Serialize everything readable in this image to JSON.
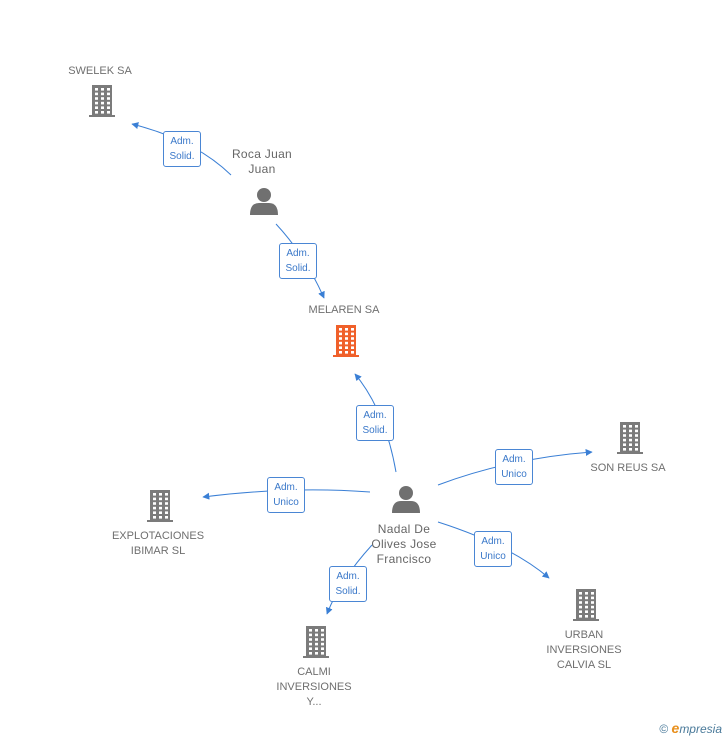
{
  "nodes": {
    "swelek": {
      "label": "SWELEK SA",
      "type": "company",
      "color": "#7b7b7b"
    },
    "roca": {
      "label": "Roca Juan\nJuan",
      "type": "person",
      "color": "#707070"
    },
    "melaren": {
      "label": "MELAREN SA",
      "type": "company",
      "color": "#f0602a"
    },
    "sonreus": {
      "label": "SON REUS SA",
      "type": "company",
      "color": "#7b7b7b"
    },
    "explotaciones": {
      "label": "EXPLOTACIONES\nIBIMAR SL",
      "type": "company",
      "color": "#7b7b7b"
    },
    "nadal": {
      "label": "Nadal De\nOlives Jose\nFrancisco",
      "type": "person",
      "color": "#707070"
    },
    "urban": {
      "label": "URBAN\nINVERSIONES\nCALVIA SL",
      "type": "company",
      "color": "#7b7b7b"
    },
    "calmi": {
      "label": "CALMI\nINVERSIONES\nY...",
      "type": "company",
      "color": "#7b7b7b"
    }
  },
  "edges": [
    {
      "from": "roca",
      "to": "swelek",
      "label": "Adm.\nSolid."
    },
    {
      "from": "roca",
      "to": "melaren",
      "label": "Adm.\nSolid."
    },
    {
      "from": "nadal",
      "to": "melaren",
      "label": "Adm.\nSolid."
    },
    {
      "from": "nadal",
      "to": "sonreus",
      "label": "Adm.\nUnico"
    },
    {
      "from": "nadal",
      "to": "explotaciones",
      "label": "Adm.\nUnico"
    },
    {
      "from": "nadal",
      "to": "urban",
      "label": "Adm.\nUnico"
    },
    {
      "from": "nadal",
      "to": "calmi",
      "label": "Adm.\nSolid."
    }
  ],
  "edge_color": "#3a7fd5",
  "footer": {
    "copyright_symbol": "©",
    "brand_first": "e",
    "brand_rest": "mpresia"
  }
}
